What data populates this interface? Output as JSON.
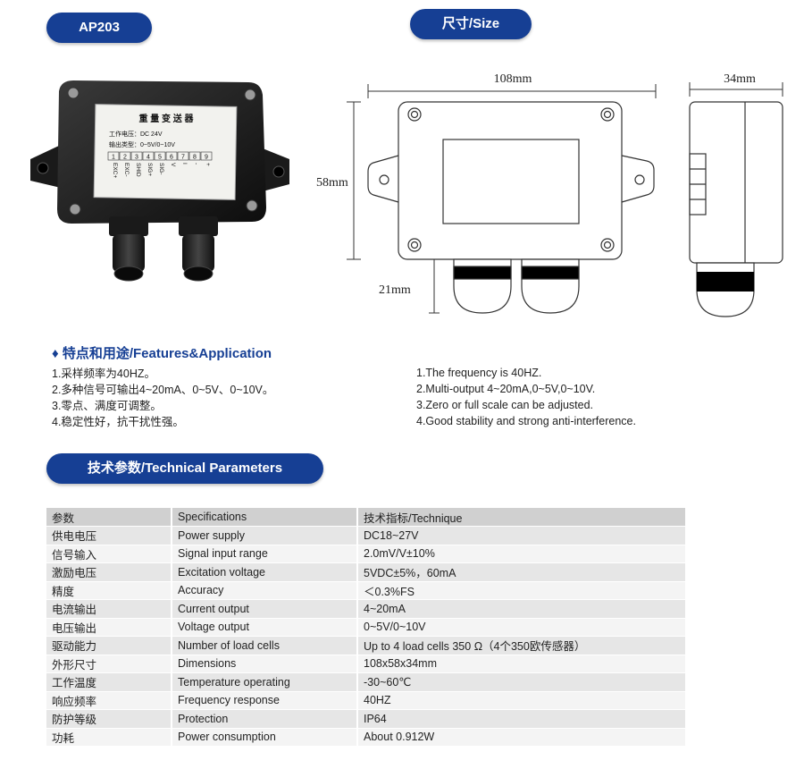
{
  "header": {
    "model": "AP203",
    "size_title": "尺寸/Size"
  },
  "product_label": {
    "title": "重 量 变 送 器",
    "line1": "工作电压：DC 24V",
    "line2": "输出类型：0~5V/0~10V",
    "terminal_numbers": [
      "1",
      "2",
      "3",
      "4",
      "5",
      "6",
      "7",
      "8",
      "9"
    ],
    "terminal_labels": [
      "EXC+",
      "EXC-",
      "SHID",
      "SIG+",
      "SIG-",
      "V",
      "I",
      "-",
      "+"
    ]
  },
  "dimensions": {
    "width": "108mm",
    "height": "58mm",
    "depth": "34mm",
    "gland": "21mm"
  },
  "features": {
    "heading": "特点和用途/Features&Application",
    "cn": [
      "1.采样频率为40HZ。",
      "2.多种信号可输出4~20mA、0~5V、0~10V。",
      "3.零点、满度可调整。",
      "4.稳定性好，抗干扰性强。"
    ],
    "en": [
      "1.The frequency is 40HZ.",
      "2.Multi-output 4~20mA,0~5V,0~10V.",
      "3.Zero or full scale can be adjusted.",
      "4.Good stability and strong anti-interference."
    ]
  },
  "params": {
    "heading": "技术参数/Technical Parameters",
    "header": [
      "参数",
      "Specifications",
      "技术指标/Technique"
    ],
    "rows": [
      [
        "供电电压",
        "Power supply",
        "DC18~27V"
      ],
      [
        "信号输入",
        "Signal input range",
        "2.0mV/V±10%"
      ],
      [
        "激励电压",
        "Excitation voltage",
        "5VDC±5%，60mA"
      ],
      [
        "精度",
        "Accuracy",
        "＜0.3%FS"
      ],
      [
        "电流输出",
        "Current output",
        "4~20mA"
      ],
      [
        "电压输出",
        "Voltage output",
        "0~5V/0~10V"
      ],
      [
        "驱动能力",
        "Number of load cells",
        "Up to 4 load cells 350 Ω（4个350欧传感器）"
      ],
      [
        "外形尺寸",
        "Dimensions",
        "108x58x34mm"
      ],
      [
        "工作温度",
        "Temperature operating",
        "-30~60℃"
      ],
      [
        "响应频率",
        "Frequency response",
        "40HZ"
      ],
      [
        "防护等级",
        "Protection",
        "IP64"
      ],
      [
        "功耗",
        "Power consumption",
        "About 0.912W"
      ]
    ]
  }
}
